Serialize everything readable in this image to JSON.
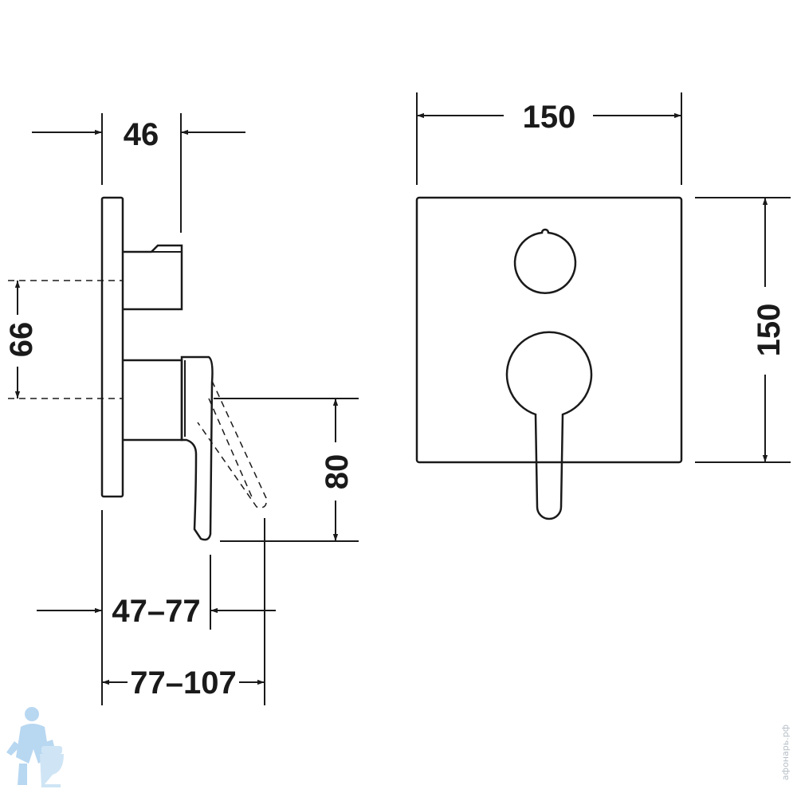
{
  "dimensions": {
    "side_width": "46",
    "side_spacing": "66",
    "side_lever_drop": "80",
    "side_projection_short": "47–77",
    "side_projection_long": "77–107",
    "front_width": "150",
    "front_height": "150"
  },
  "watermark": {
    "text": "афонарь.рф",
    "logo": "plumber-mascot-icon"
  },
  "colors": {
    "line": "#1a1a1a",
    "watermark": "#b8c0c8",
    "mascot_blue": "#7fb8e6"
  }
}
